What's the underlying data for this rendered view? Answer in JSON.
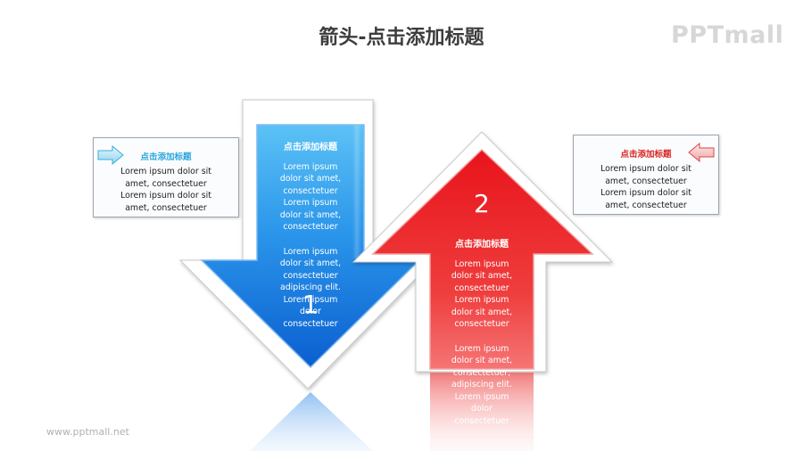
{
  "page_title": "箭头-点击添加标题",
  "brand": "PPTmall",
  "footer_url": "www.pptmall.net",
  "left_card": {
    "title": "点击添加标题",
    "lines": [
      "Lorem ipsum dolor sit",
      "amet, consectetuer",
      "Lorem ipsum dolor sit",
      "amet, consectetuer"
    ],
    "icon": "right-arrow-icon",
    "accent": "#2aa6de"
  },
  "right_card": {
    "title": "点击添加标题",
    "lines": [
      "Lorem ipsum dolor sit",
      "amet, consectetuer",
      "Lorem ipsum dolor sit",
      "amet, consectetuer"
    ],
    "icon": "left-arrow-icon",
    "accent": "#d92424"
  },
  "blue_arrow": {
    "number": "1",
    "title": "点击添加标题",
    "para1": [
      "Lorem ipsum",
      "dolor sit amet,",
      "consectetuer",
      "Lorem ipsum",
      "dolor sit amet,",
      "consectetuer"
    ],
    "para2": [
      "Lorem ipsum",
      "dolor sit amet,",
      "consectetuer",
      "adipiscing elit.",
      "Lorem ipsum",
      "dolor",
      "consectetuer"
    ],
    "color": "#1a7fe0"
  },
  "red_arrow": {
    "number": "2",
    "title": "点击添加标题",
    "para1": [
      "Lorem ipsum",
      "dolor sit amet,",
      "consectetuer",
      "Lorem ipsum",
      "dolor sit amet,",
      "consectetuer"
    ],
    "para2": [
      "Lorem ipsum",
      "dolor sit amet,",
      "consectetuer,",
      "adipiscing elit.",
      "Lorem ipsum",
      "dolor",
      "consectetuer"
    ],
    "color": "#e8141b"
  }
}
